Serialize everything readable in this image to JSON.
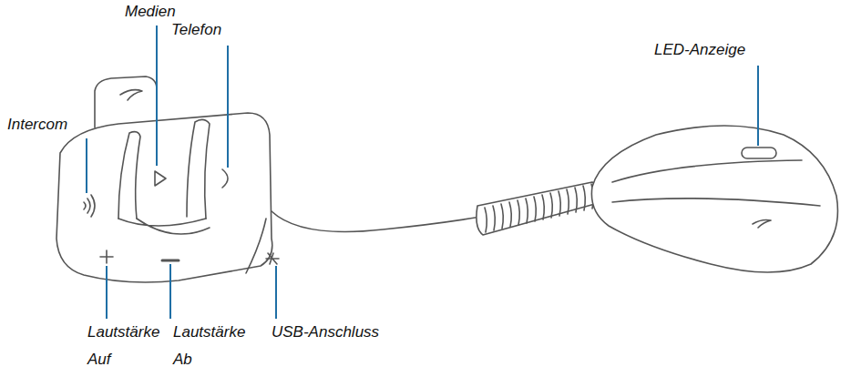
{
  "diagram": {
    "labels": [
      "Medien",
      "Telefon",
      "LED-Anzeige",
      "Intercom",
      "Lautstärke Auf",
      "Lautstärke Ab",
      "USB-Anschluss"
    ]
  }
}
